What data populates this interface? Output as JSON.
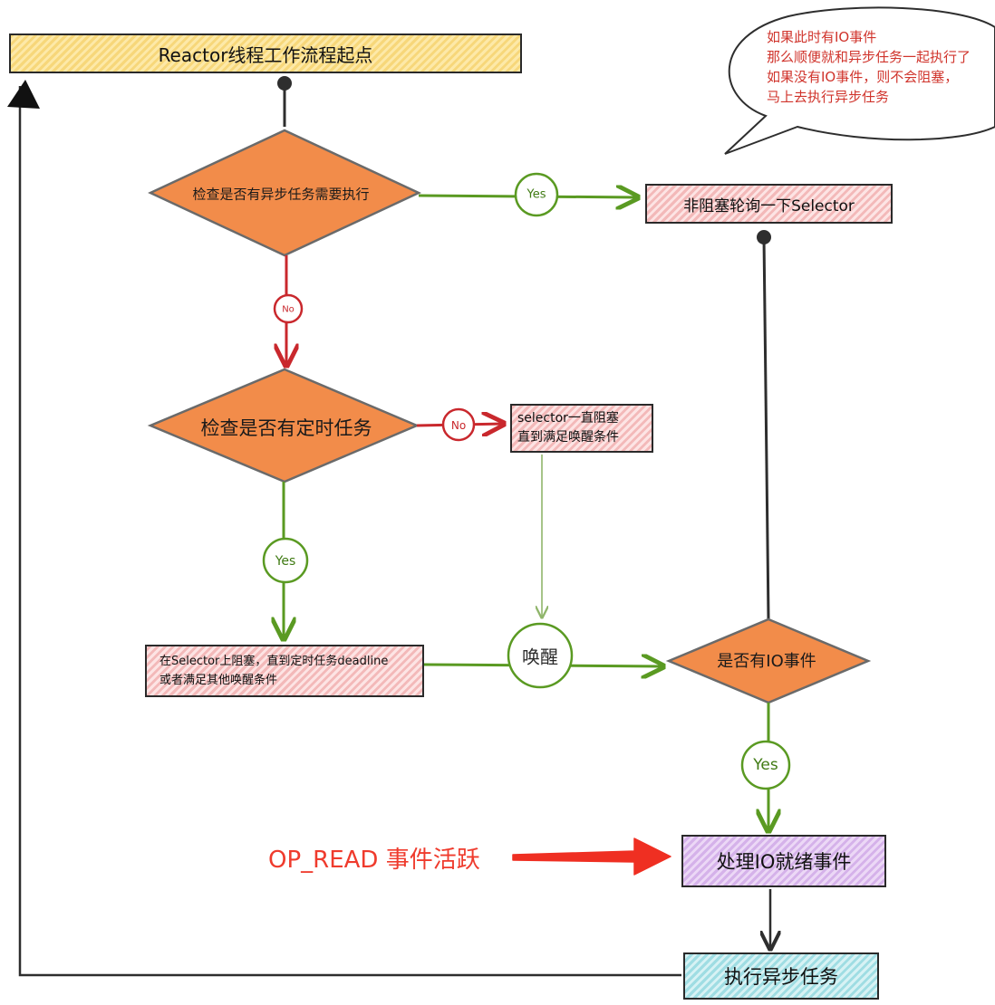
{
  "nodes": {
    "start": "Reactor线程工作流程起点",
    "check_async": "检查是否有异步任务需要执行",
    "nonblocking_poll": "非阻塞轮询一下Selector",
    "check_timer": "检查是否有定时任务",
    "selector_block": [
      "selector一直阻塞",
      "直到满足唤醒条件"
    ],
    "block_on_selector": [
      "在Selector上阻塞，直到定时任务deadline",
      "或者满足其他唤醒条件"
    ],
    "has_io": "是否有IO事件",
    "process_io": "处理IO就绪事件",
    "run_async": "执行异步任务"
  },
  "edges": {
    "async_yes": "Yes",
    "async_no": "No",
    "timer_no": "No",
    "timer_yes": "Yes",
    "wake": "唤醒",
    "io_yes": "Yes"
  },
  "callout": [
    "如果此时有IO事件",
    "那么顺便就和异步任务一起执行了",
    "如果没有IO事件，则不会阻塞，",
    "马上去执行异步任务"
  ],
  "annotation": "OP_READ 事件活跃",
  "colors": {
    "diamond_fill": "#f28c4a",
    "yes_edge": "#5a9a22",
    "no_edge": "#c9282d",
    "main_edge": "#2e2e2e",
    "callout_text": "#d0342c",
    "annotation": "#ef3b2d"
  }
}
